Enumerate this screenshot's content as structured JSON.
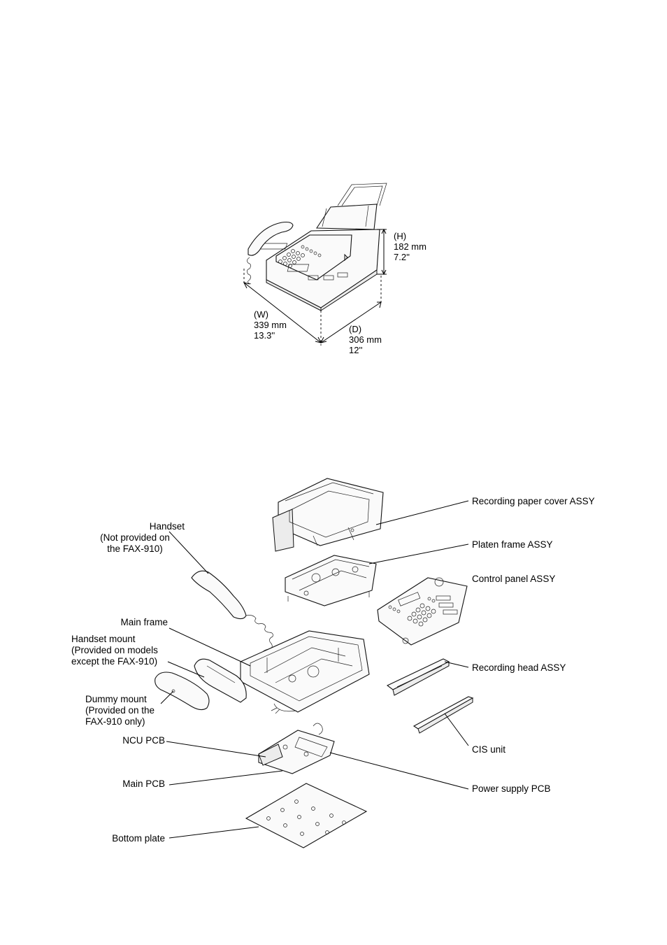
{
  "dimensions": {
    "width_label": "(W)",
    "width_mm": "339  mm",
    "width_in": "13.3''",
    "depth_label": "(D)",
    "depth_mm": "306 mm",
    "depth_in": "12''",
    "height_label": "(H)",
    "height_mm": "182 mm",
    "height_in": "7.2''"
  },
  "parts": {
    "recording_paper_cover": "Recording paper cover ASSY",
    "platen_frame": "Platen frame ASSY",
    "control_panel": "Control panel ASSY",
    "recording_head": "Recording head ASSY",
    "cis_unit": "CIS unit",
    "power_supply_pcb": "Power supply PCB",
    "handset": "Handset",
    "handset_note_1": "(Not provided on",
    "handset_note_2": "the FAX-910)",
    "main_frame": "Main frame",
    "handset_mount": "Handset mount",
    "handset_mount_note_1": "(Provided on models",
    "handset_mount_note_2": "except the FAX-910)",
    "dummy_mount": "Dummy mount",
    "dummy_mount_note_1": "(Provided on the",
    "dummy_mount_note_2": "FAX-910 only)",
    "ncu_pcb": "NCU PCB",
    "main_pcb": "Main PCB",
    "bottom_plate": "Bottom plate"
  }
}
